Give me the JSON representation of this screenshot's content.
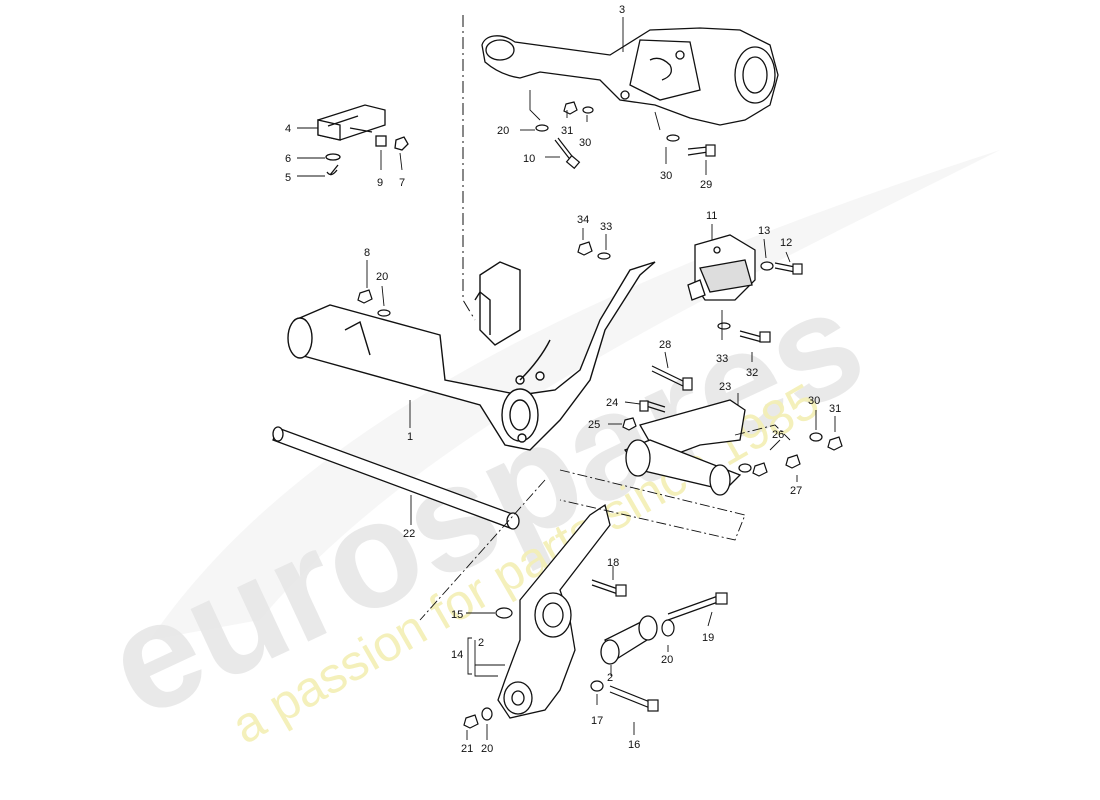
{
  "watermark": {
    "brand": "eurospares",
    "tagline": "a passion for parts since 1985",
    "brand_color": "#e6e6e6",
    "tagline_color": "#f3efb4"
  },
  "diagram": {
    "line_color": "#111111",
    "callouts": {
      "c1": "1",
      "c2a": "2",
      "c2b": "2",
      "c3": "3",
      "c4": "4",
      "c5": "5",
      "c6": "6",
      "c7": "7",
      "c8": "8",
      "c9": "9",
      "c10": "10",
      "c11": "11",
      "c12": "12",
      "c13": "13",
      "c14": "14",
      "c15": "15",
      "c16": "16",
      "c17": "17",
      "c18": "18",
      "c19": "19",
      "c20a": "20",
      "c20b": "20",
      "c20c": "20",
      "c20d": "20",
      "c21": "21",
      "c22": "22",
      "c23": "23",
      "c24": "24",
      "c25": "25",
      "c26": "26",
      "c27": "27",
      "c28": "28",
      "c29": "29",
      "c30a": "30",
      "c30b": "30",
      "c30c": "30",
      "c31a": "31",
      "c31b": "31",
      "c32": "32",
      "c33a": "33",
      "c33b": "33",
      "c34": "34"
    }
  }
}
